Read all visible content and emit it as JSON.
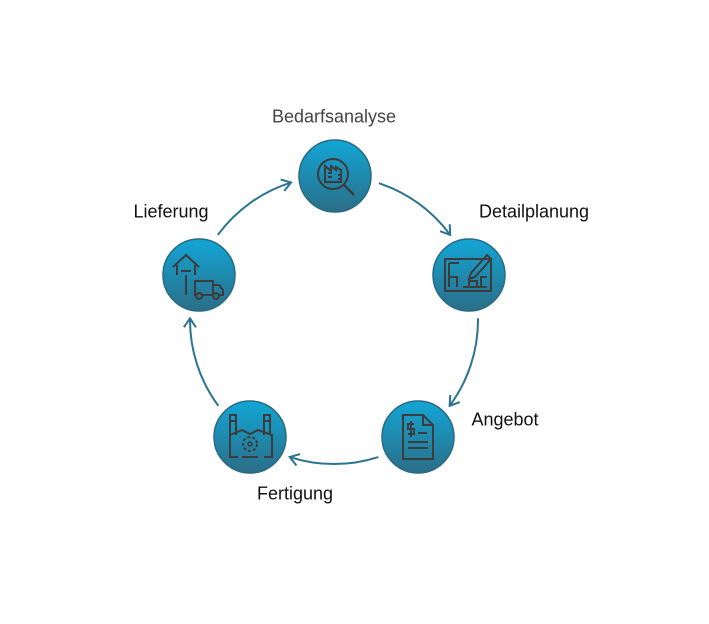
{
  "colors": {
    "top": "#12a6d6",
    "bottom": "#2b6e87",
    "arrow": "#2b7390",
    "icon": "#3c3c3c",
    "title": "#444444"
  },
  "steps": [
    {
      "label": "Bedarfsanalyse",
      "icon": "magnifier-document-icon"
    },
    {
      "label": "Detailplanung",
      "icon": "blueprint-pencil-icon"
    },
    {
      "label": "Angebot",
      "icon": "invoice-dollar-icon"
    },
    {
      "label": "Fertigung",
      "icon": "factory-gear-icon"
    },
    {
      "label": "Lieferung",
      "icon": "warehouse-truck-icon"
    }
  ]
}
